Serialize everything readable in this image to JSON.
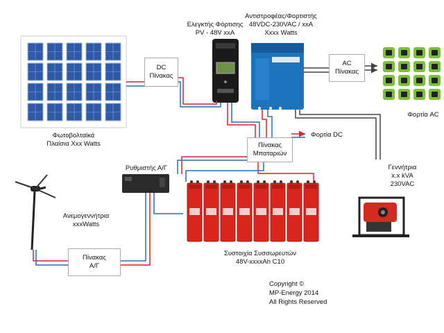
{
  "pv": {
    "label_line1": "Φωτοβολταϊκά",
    "label_line2": "Πλαίσια Xxx Watts"
  },
  "dc_panel": {
    "line1": "DC",
    "line2": "Πίνακας"
  },
  "charge_controller": {
    "line1": "Ελεγκτής Φόρτισης",
    "line2": "PV - 48V xxA"
  },
  "inverter": {
    "line1": "Αντιστροφέας/Φορτιστής",
    "line2": "48VDC-230VAC / xxA",
    "line3": "Xxxx Watts"
  },
  "ac_panel": {
    "line1": "AC",
    "line2": "Πίνακας"
  },
  "ac_loads": {
    "label": "Φορτία AC"
  },
  "dc_loads": {
    "label": "Φορτία DC"
  },
  "battery_panel": {
    "line1": "Πίνακας",
    "line2": "Μπαταριών"
  },
  "wind_regulator": {
    "label": "Ρυθμιστής Α/Γ"
  },
  "wind_turbine": {
    "line1": "Ανεμογεννήτρια",
    "line2": "xxxWatts"
  },
  "wind_panel": {
    "line1": "Πίνακας",
    "line2": "Α/Γ"
  },
  "generator": {
    "line1": "Γεννήτρια",
    "line2": "x.x kVA",
    "line3": "230VAC"
  },
  "battery_bank": {
    "line1": "Συστοιχία Συσσωρευτών",
    "line2": "48V-xxxxAh C10"
  },
  "copyright": {
    "line1": "Copyright ©",
    "line2": "MP-Energy 2014",
    "line3": "All Rights Reserved"
  },
  "colors": {
    "positive_wire": "#d9232d",
    "negative_wire": "#2c6cb8",
    "ac_wire": "#444444",
    "battery_red": "#d8261e",
    "inverter_blue": "#1e73be",
    "load_green": "#7cbf3a"
  },
  "load_icons": [
    "tv-icon",
    "laptop-icon",
    "desk-lamp-icon",
    "refrigerator-icon",
    "fan-icon",
    "washing-machine-icon",
    "pc-icon",
    "microwave-icon",
    "light-bulb-icon",
    "drill-icon",
    "coffee-maker-icon",
    "pump-icon",
    "ceiling-lamp-icon",
    "iron-icon",
    "radio-icon",
    "heater-icon"
  ]
}
